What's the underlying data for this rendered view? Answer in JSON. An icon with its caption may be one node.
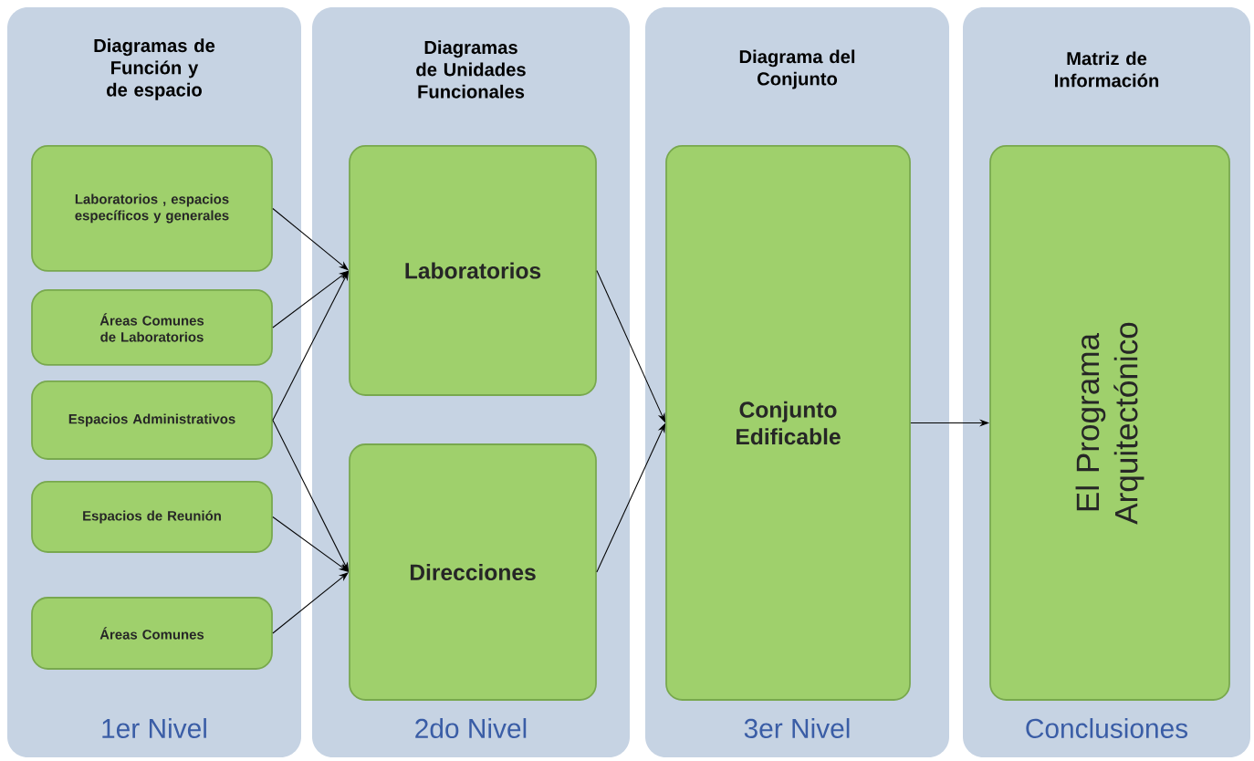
{
  "diagram": {
    "nodes": [
      {
        "text": [
          "Diagramas de Función y de espacio",
          "1er Nivel"
        ]
      },
      {
        "text": [
          "Laboratorios , espacios específicos y generales"
        ],
        "in": 0
      },
      {
        "text": [
          "Áreas Comunes de Laboratorios"
        ],
        "in": 0
      },
      {
        "text": [
          "Espacios Administrativos"
        ],
        "in": 0
      },
      {
        "text": [
          "Espacios de Reunión"
        ],
        "in": 0
      },
      {
        "text": [
          "Áreas Comunes"
        ],
        "in": 0
      },
      {
        "text": [
          "Diagramas de Unidades Funcionales",
          "2do Nivel"
        ]
      },
      {
        "text": [
          "Laboratorios"
        ],
        "in": 6
      },
      {
        "text": [
          "Direcciones"
        ],
        "in": 6
      },
      {
        "text": [
          "Diagrama del Conjunto",
          "3er Nivel"
        ]
      },
      {
        "text": [
          "Conjunto Edificable"
        ],
        "in": 9
      },
      {
        "text": [
          "Matriz de Información",
          "Conclusiones"
        ]
      },
      {
        "text": [
          "El Programa Arquitectónico"
        ],
        "in": 11
      }
    ],
    "edges": [
      {
        "from": 1,
        "to": 7,
        "arrow": "to"
      },
      {
        "from": 2,
        "to": 7,
        "arrow": "to"
      },
      {
        "from": 3,
        "to": 7,
        "arrow": "to"
      },
      {
        "from": 3,
        "to": 8,
        "arrow": "to"
      },
      {
        "from": 4,
        "to": 8,
        "arrow": "to"
      },
      {
        "from": 5,
        "to": 8,
        "arrow": "to"
      },
      {
        "from": 7,
        "to": 10,
        "arrow": "to"
      },
      {
        "from": 8,
        "to": 10,
        "arrow": "to"
      },
      {
        "from": 10,
        "to": 12,
        "arrow": "to"
      }
    ]
  }
}
